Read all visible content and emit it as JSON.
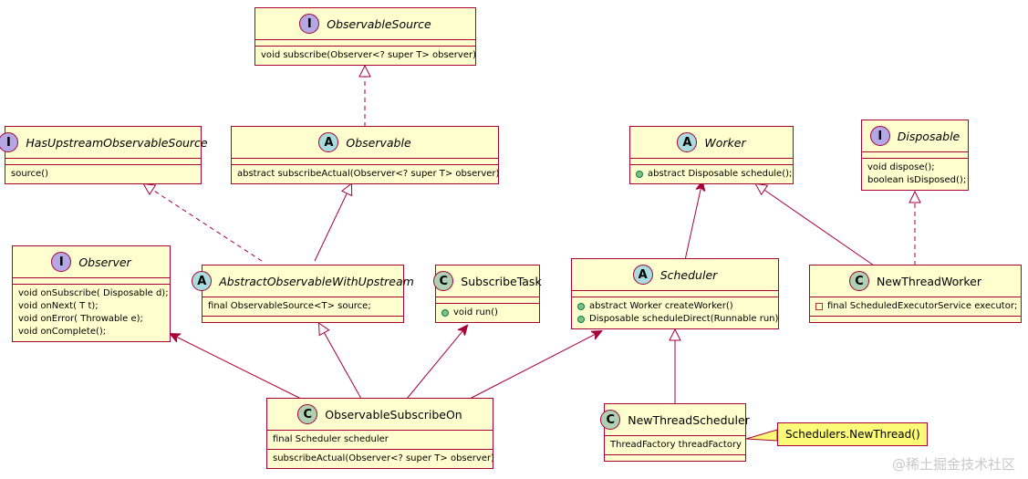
{
  "classes": {
    "observable_source": {
      "stereotype": "I",
      "name": "ObservableSource",
      "methods": [
        "void subscribe(Observer<? super T> observer)"
      ]
    },
    "has_upstream": {
      "stereotype": "I",
      "name": "HasUpstreamObservableSource",
      "methods": [
        "source()"
      ]
    },
    "observable": {
      "stereotype": "A",
      "name": "Observable",
      "methods": [
        "abstract subscribeActual(Observer<? super T> observer)"
      ]
    },
    "worker": {
      "stereotype": "A",
      "name": "Worker",
      "methods": [
        "abstract Disposable schedule();"
      ]
    },
    "disposable": {
      "stereotype": "I",
      "name": "Disposable",
      "methods": [
        "void dispose();",
        "boolean isDisposed();"
      ]
    },
    "observer": {
      "stereotype": "I",
      "name": "Observer",
      "methods": [
        "void onSubscribe( Disposable d);",
        "void onNext( T t);",
        "void onError( Throwable e);",
        "void onComplete();"
      ]
    },
    "abstract_upstream": {
      "stereotype": "A",
      "name": "AbstractObservableWithUpstream",
      "fields": [
        "final ObservableSource<T> source;"
      ]
    },
    "subscribe_task": {
      "stereotype": "C",
      "name": "SubscribeTask",
      "methods": [
        "void run()"
      ]
    },
    "scheduler": {
      "stereotype": "A",
      "name": "Scheduler",
      "methods": [
        "abstract Worker createWorker()",
        "Disposable scheduleDirect(Runnable run)"
      ]
    },
    "new_thread_worker": {
      "stereotype": "C",
      "name": "NewThreadWorker",
      "fields": [
        "final ScheduledExecutorService executor;"
      ]
    },
    "observable_subscribe_on": {
      "stereotype": "C",
      "name": "ObservableSubscribeOn",
      "fields": [
        "final Scheduler scheduler"
      ],
      "methods": [
        "subscribeActual(Observer<? super T> observer)"
      ]
    },
    "new_thread_scheduler": {
      "stereotype": "C",
      "name": "NewThreadScheduler",
      "fields": [
        "ThreadFactory threadFactory"
      ]
    }
  },
  "note": {
    "text": "Schedulers.NewThread()"
  },
  "watermark": {
    "text": "@稀土掘金技术社区"
  },
  "colors": {
    "class_fill": "#FEFECE",
    "border": "#A80036",
    "note_fill": "#FBFB77",
    "interface_badge": "#B4A7E5",
    "abstract_badge": "#A9DCDF",
    "class_badge": "#ADD1B2"
  }
}
